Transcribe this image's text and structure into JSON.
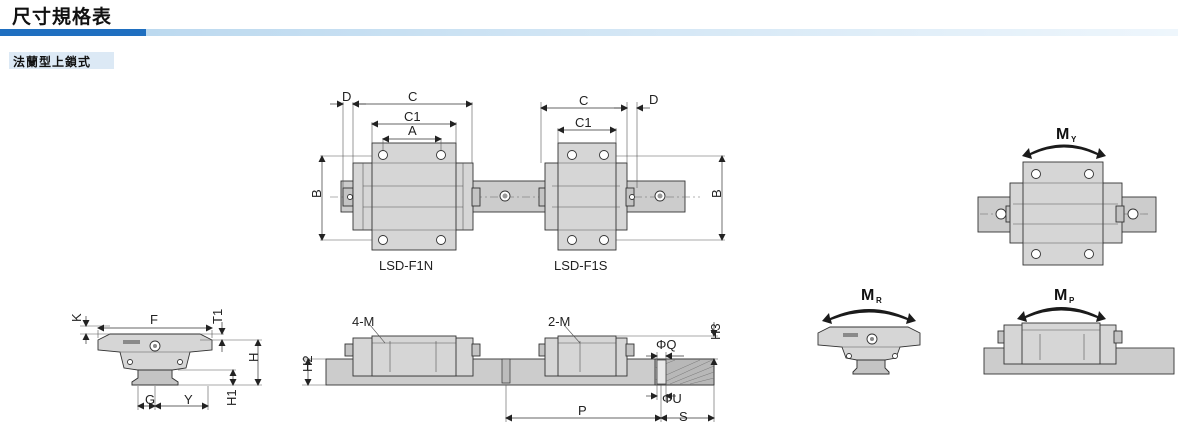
{
  "header": {
    "title": "尺寸規格表",
    "subtitle": "法蘭型上鎖式"
  },
  "top_view": {
    "dims": {
      "D_left": "D",
      "C_left": "C",
      "C1_left": "C1",
      "A": "A",
      "B_left": "B",
      "C_right": "C",
      "D_right": "D",
      "C1_right": "C1",
      "B_right": "B"
    },
    "captions": {
      "left": "LSD-F1N",
      "right": "LSD-F1S"
    }
  },
  "end_view": {
    "dims": {
      "K": "K",
      "F": "F",
      "T1": "T1",
      "H": "H",
      "H1": "H1",
      "G": "G",
      "Y": "Y"
    }
  },
  "side_view": {
    "dims": {
      "M4": "4-M",
      "M2": "2-M",
      "phiQ": "ΦQ",
      "H3": "H3",
      "H2": "H2",
      "phiU": "ΦU",
      "P": "P",
      "S": "S"
    }
  },
  "moments": {
    "MY": {
      "main": "M",
      "sub": "Y"
    },
    "MR": {
      "main": "M",
      "sub": "R"
    },
    "MP": {
      "main": "M",
      "sub": "P"
    }
  }
}
